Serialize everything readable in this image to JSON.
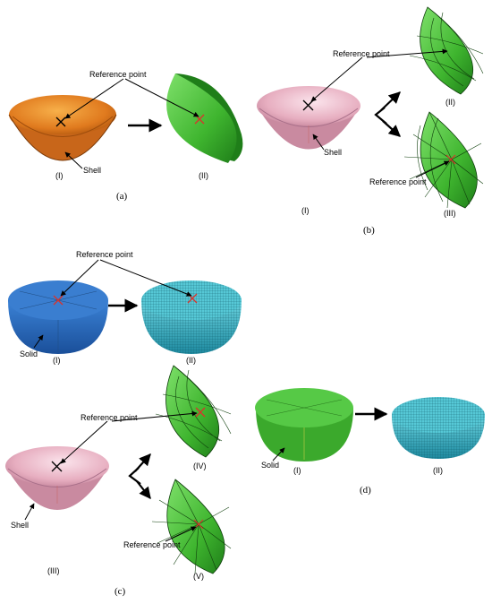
{
  "labels": {
    "reference_point": "Reference point",
    "shell": "Shell",
    "solid": "Solid",
    "r1": "(I)",
    "r2": "(II)",
    "r3": "(III)",
    "r4": "(IV)",
    "r5": "(V)"
  },
  "captions": {
    "a": "(a)",
    "b": "(b)",
    "c": "(c)",
    "d": "(d)"
  },
  "colors": {
    "orange": "#e07a1e",
    "green": "#4cc23c",
    "pink": "#e7aec0",
    "blue": "#2e6fc4",
    "cyan": "#3ab8c8",
    "marker_red": "#d8342c"
  }
}
